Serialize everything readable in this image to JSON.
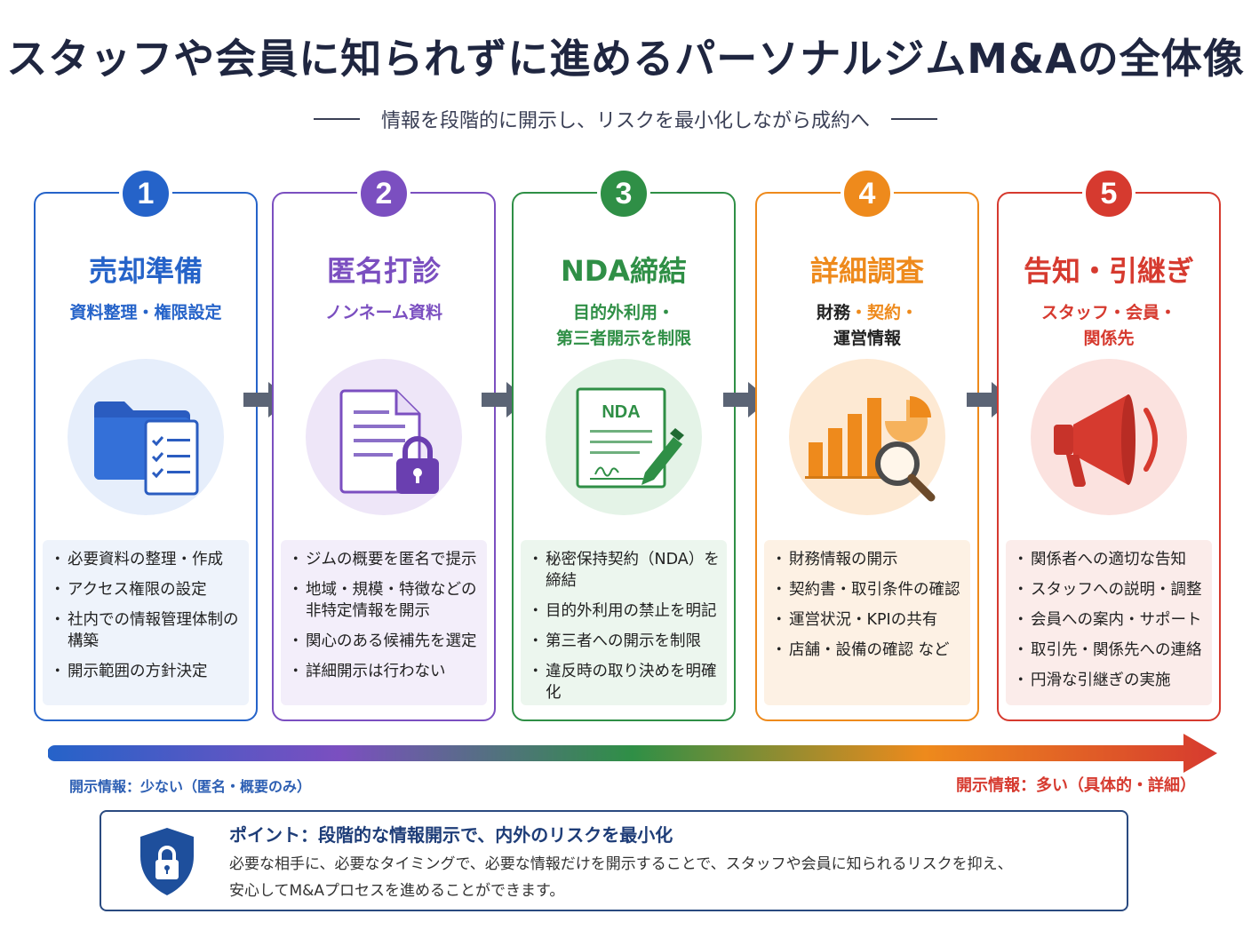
{
  "header": {
    "title": "スタッフや会員に知られずに進めるパーソナルジムM&Aの全体像",
    "subtitle": "情報を段階的に開示し、リスクを最小化しながら成約へ"
  },
  "steps": [
    {
      "number": "1",
      "title": "売却準備",
      "sub": [
        "資料整理・権限設定"
      ],
      "icon": "folder-checklist-icon",
      "bullets": [
        "必要資料の整理・作成",
        "アクセス権限の設定",
        "社内での情報管理体制の構築",
        "開示範囲の方針決定"
      ]
    },
    {
      "number": "2",
      "title": "匿名打診",
      "sub": [
        "ノンネーム資料"
      ],
      "icon": "document-lock-icon",
      "bullets": [
        "ジムの概要を匿名で提示",
        "地域・規模・特徴などの非特定情報を開示",
        "関心のある候補先を選定",
        "詳細開示は行わない"
      ]
    },
    {
      "number": "3",
      "title": "NDA締結",
      "sub": [
        "目的外利用・",
        "第三者開示を制限"
      ],
      "icon": "nda-contract-icon",
      "icon_text": "NDA",
      "bullets": [
        "秘密保持契約（NDA）を締結",
        "目的外利用の禁止を明記",
        "第三者への開示を制限",
        "違反時の取り決めを明確化"
      ]
    },
    {
      "number": "4",
      "title": "詳細調査",
      "sub_parts": [
        "財務",
        "・契約・",
        "運営情報"
      ],
      "icon": "chart-magnifier-icon",
      "bullets": [
        "財務情報の開示",
        "契約書・取引条件の確認",
        "運営状況・KPIの共有",
        "店舗・設備の確認 など"
      ]
    },
    {
      "number": "5",
      "title": "告知・引継ぎ",
      "sub": [
        "スタッフ・会員・",
        "関係先"
      ],
      "icon": "megaphone-icon",
      "bullets": [
        "関係者への適切な告知",
        "スタッフへの説明・調整",
        "会員への案内・サポート",
        "取引先・関係先への連絡",
        "円滑な引継ぎの実施"
      ]
    }
  ],
  "colors": {
    "step1": "#2563c9",
    "step2": "#7b4fc0",
    "step3": "#2f8f46",
    "step4": "#ee8a1c",
    "step5": "#d63a2f",
    "arrow": "#5b6475"
  },
  "scale": {
    "low": "開示情報：少ない（匿名・概要のみ）",
    "high": "開示情報：多い（具体的・詳細）"
  },
  "point": {
    "title": "ポイント：段階的な情報開示で、内外のリスクを最小化",
    "body_line1": "必要な相手に、必要なタイミングで、必要な情報だけを開示することで、スタッフや会員に知られるリスクを抑え、",
    "body_line2": "安心してM&Aプロセスを進めることができます。",
    "icon": "shield-lock-icon"
  }
}
